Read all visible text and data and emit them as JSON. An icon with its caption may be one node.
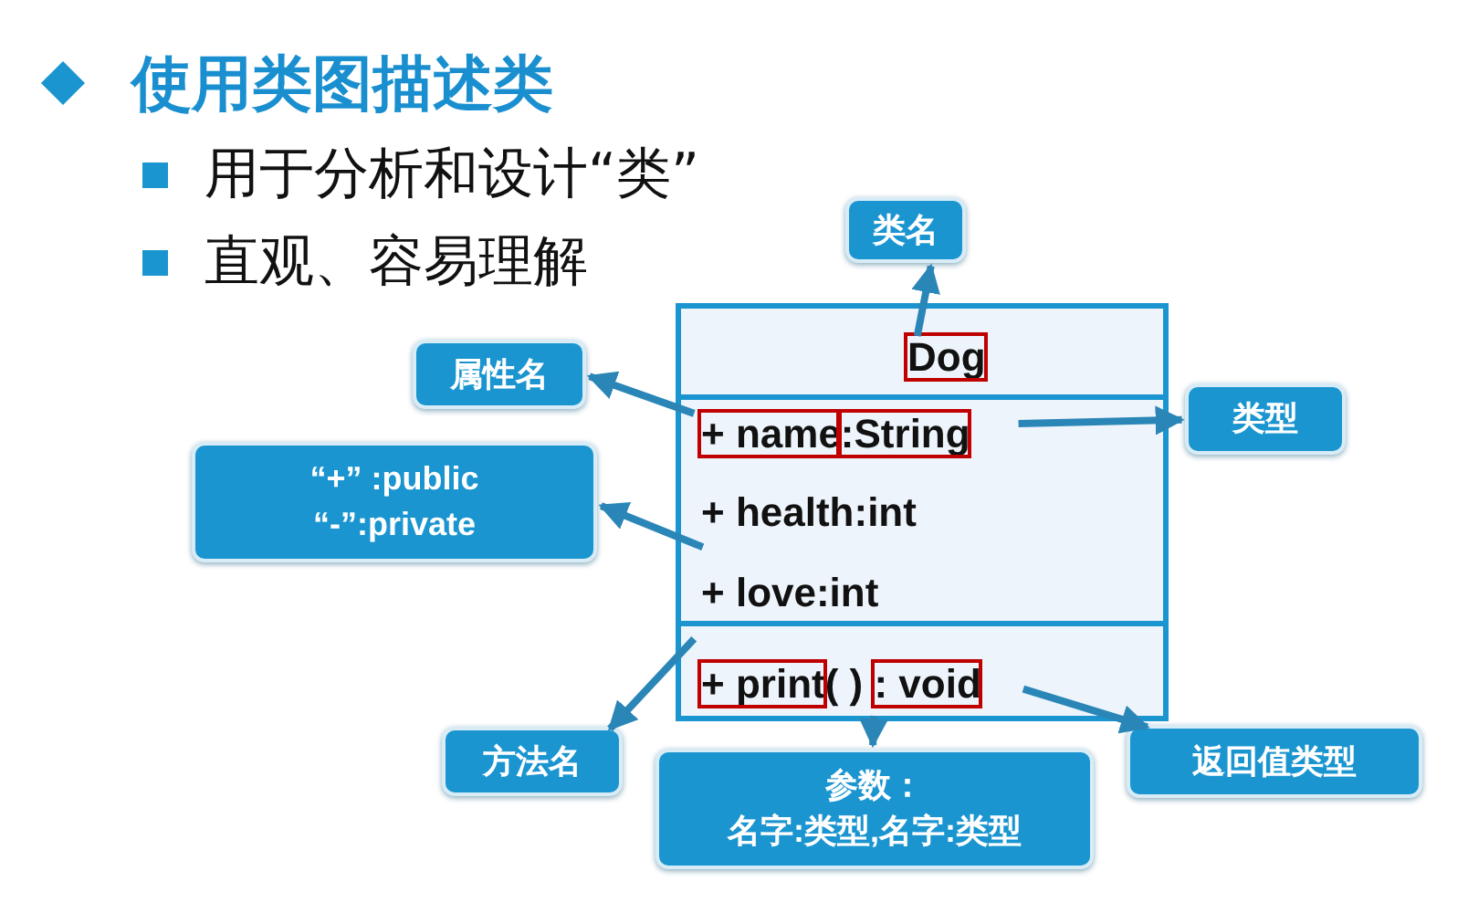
{
  "diagram": {
    "title": "使用类图描述类",
    "nodes": [
      {
        "text": [
          "类名"
        ]
      },
      {
        "text": [],
        "shape": "box"
      },
      {
        "text": [
          "Dog"
        ],
        "in": 1
      },
      {
        "text": [
          "属性名"
        ]
      },
      {
        "text": [
          "+ name:String",
          "+ health:int",
          "+ love:int"
        ],
        "in": 1
      },
      {
        "text": [
          "类型"
        ]
      },
      {
        "text": [
          "“+” :public",
          "“-”:private"
        ]
      },
      {
        "text": [
          "+ print( ) : void"
        ],
        "in": 1
      },
      {
        "text": [
          "方法名"
        ]
      },
      {
        "text": [
          "参数：",
          "名字:类型,名字:类型"
        ]
      },
      {
        "text": [
          "返回值类型"
        ]
      }
    ],
    "edges": [
      {
        "from": 2,
        "to": 0,
        "arrow": "to"
      },
      {
        "from": 4,
        "to": 3,
        "arrow": "to"
      },
      {
        "from": 4,
        "to": 5,
        "arrow": "to"
      },
      {
        "from": 4,
        "to": 6,
        "arrow": "to"
      },
      {
        "from": 7,
        "to": 8,
        "arrow": "to"
      },
      {
        "from": 7,
        "to": 9,
        "arrow": "to"
      },
      {
        "from": 7,
        "to": 10,
        "arrow": "to"
      }
    ],
    "labels": [
      "用于分析和设计“类”",
      "直观、容易理解"
    ]
  }
}
